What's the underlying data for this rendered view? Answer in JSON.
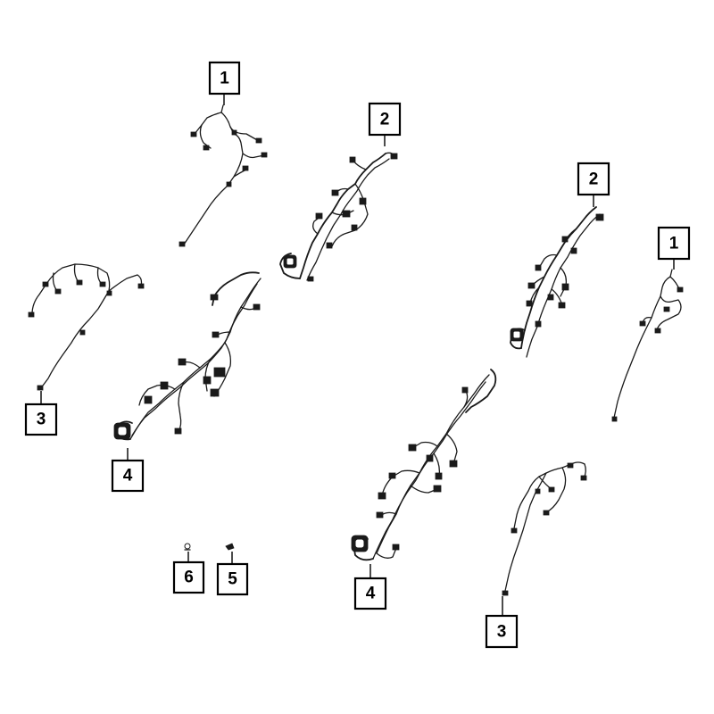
{
  "colors": {
    "line": "#1a1a1a",
    "box_border": "#000000",
    "background": "#ffffff"
  },
  "callouts": [
    {
      "id": "callout-1-left",
      "label": "1"
    },
    {
      "id": "callout-2-upper-center",
      "label": "2"
    },
    {
      "id": "callout-2-right",
      "label": "2"
    },
    {
      "id": "callout-1-right",
      "label": "1"
    },
    {
      "id": "callout-3-left",
      "label": "3"
    },
    {
      "id": "callout-4-left",
      "label": "4"
    },
    {
      "id": "callout-6",
      "label": "6"
    },
    {
      "id": "callout-5",
      "label": "5"
    },
    {
      "id": "callout-4-bottom",
      "label": "4"
    },
    {
      "id": "callout-3-bottom",
      "label": "3"
    }
  ]
}
